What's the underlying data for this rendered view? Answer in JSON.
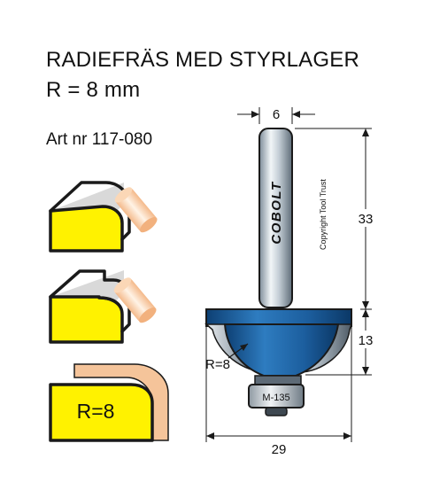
{
  "header": {
    "title_line1": "RADIEFRÄS MED STYRLAGER",
    "title_line2": "R = 8 mm",
    "article": "Art nr 117-080"
  },
  "profile": {
    "radius_label": "R=8"
  },
  "bit": {
    "brand": "COBOLT",
    "copyright": "Copyright Tool Trust",
    "bearing_label": "M-135",
    "radius_callout": "R=8"
  },
  "dimensions": {
    "shank_diameter": "6",
    "shank_length": "33",
    "cut_height": "13",
    "total_diameter": "29"
  },
  "colors": {
    "wood_yellow": "#FFF200",
    "bit_blue": "#1E63A4",
    "shank_silver": "#C8D2DA",
    "profile_orange": "#F5C49A"
  }
}
